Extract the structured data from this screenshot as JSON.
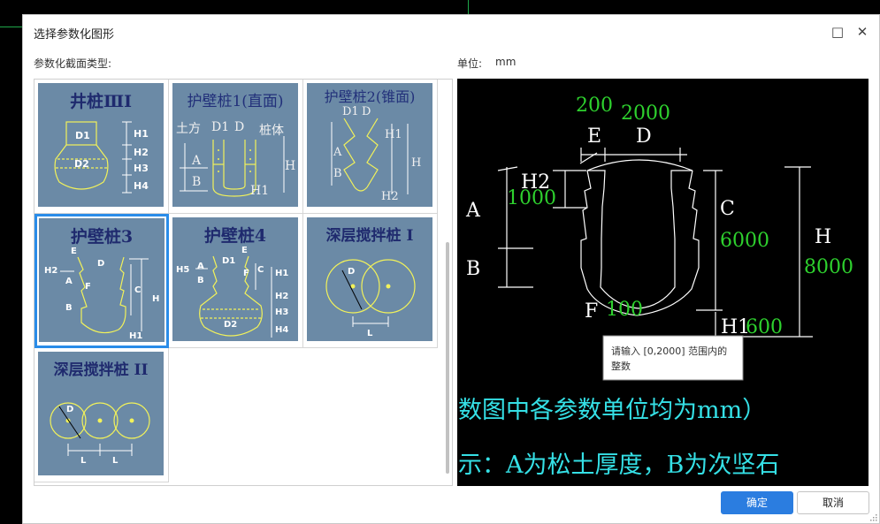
{
  "dialog": {
    "title": "选择参数化图形",
    "section_label": "参数化截面类型:",
    "unit_label": "单位:",
    "unit_value": "mm",
    "ok_label": "确定",
    "cancel_label": "取消"
  },
  "shapes": [
    {
      "title": "井桩ⅢI",
      "labels": [
        "D1",
        "D2",
        "H1",
        "H2",
        "H3",
        "H4"
      ]
    },
    {
      "title": "护壁桩1(直面)",
      "labels": [
        "土方",
        "D1",
        "D",
        "桩体",
        "A",
        "B",
        "H",
        "H1"
      ]
    },
    {
      "title": "护壁桩2(锥面)",
      "labels": [
        "D1",
        "D",
        "H1",
        "A",
        "B",
        "H",
        "H2"
      ]
    },
    {
      "title": "护壁桩3",
      "labels": [
        "E",
        "D",
        "H2",
        "A",
        "F",
        "C",
        "H",
        "B",
        "H1"
      ]
    },
    {
      "title": "护壁桩4",
      "labels": [
        "E",
        "D1",
        "F",
        "H5",
        "A",
        "B",
        "C",
        "H1",
        "H2",
        "H3",
        "D2",
        "H4"
      ]
    },
    {
      "title": "深层搅拌桩 I",
      "labels": [
        "D",
        "L"
      ]
    },
    {
      "title": "深层搅拌桩 II",
      "labels": [
        "D",
        "L",
        "L"
      ]
    }
  ],
  "preview": {
    "white_labels": {
      "E": "E",
      "D": "D",
      "H2": "H2",
      "A": "A",
      "B": "B",
      "C": "C",
      "H": "H",
      "F": "F",
      "H1": "H1"
    },
    "green_values": {
      "e": "200",
      "d": "2000",
      "h2": "1000",
      "c": "6000",
      "h": "8000",
      "f": "100",
      "h1": "600"
    },
    "tooltip_line1": "请输入 [0,2000] 范围内的",
    "tooltip_line2": "整数",
    "note1": "数图中各参数单位均为mm）",
    "note2": "示：A为松土厚度，B为次坚石"
  },
  "colors": {
    "thumb_bg": "#6b8aa6",
    "title_navy": "#1f2a6e",
    "yellow": "#f2f25a",
    "green": "#2ed12e",
    "cyan": "#35e0e6",
    "accent_blue": "#2b7de0"
  },
  "icons": {
    "maximize": "□",
    "close": "✕"
  }
}
